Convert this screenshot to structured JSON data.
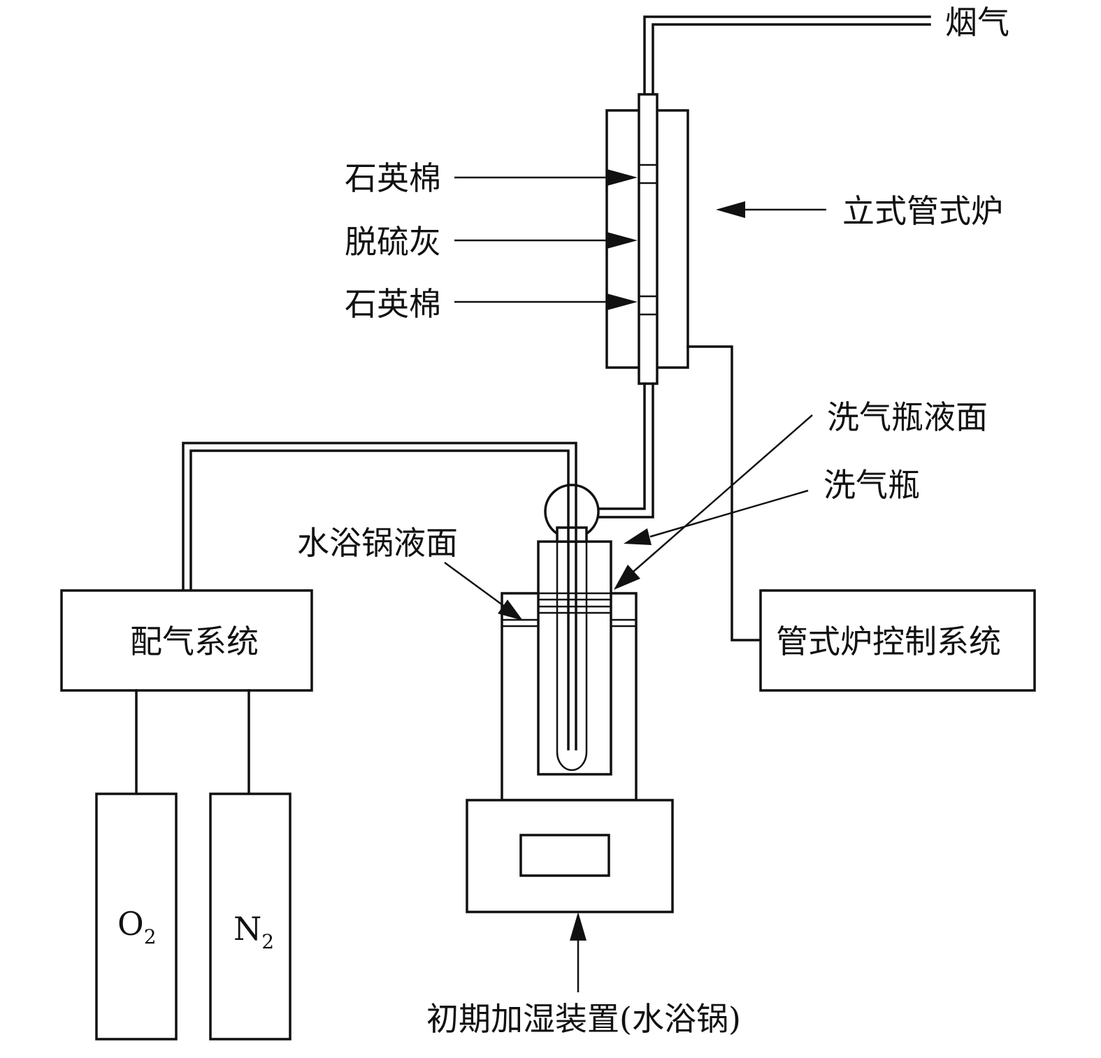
{
  "labels": {
    "flue_gas": "烟气",
    "quartz_wool_top": "石英棉",
    "desulfurization_ash": "脱硫灰",
    "quartz_wool_bottom": "石英棉",
    "vertical_tube_furnace": "立式管式炉",
    "wash_bottle_liquid_level": "洗气瓶液面",
    "wash_bottle": "洗气瓶",
    "water_bath_liquid_level": "水浴锅液面",
    "gas_mixing_system": "配气系统",
    "furnace_control_system": "管式炉控制系统",
    "o2_main": "O",
    "o2_sub": "2",
    "n2_main": "N",
    "n2_sub": "2",
    "humidifier": "初期加湿装置(水浴锅)"
  }
}
